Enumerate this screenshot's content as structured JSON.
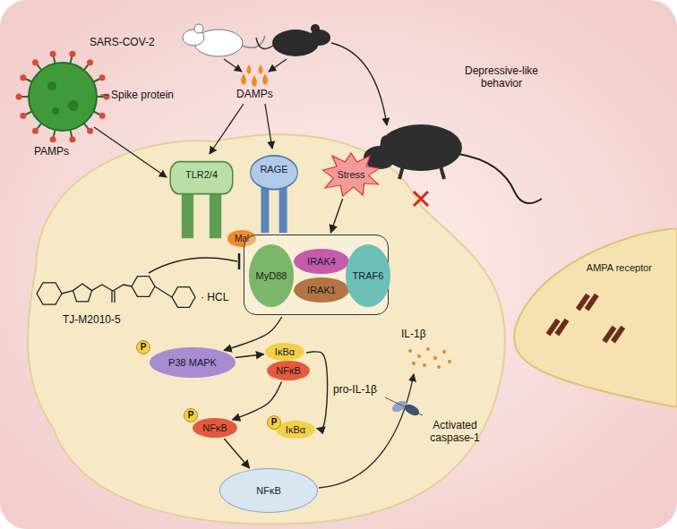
{
  "diagram": {
    "nodes": [
      {
        "text": [
          "TLR2/4"
        ]
      },
      {
        "text": [
          "RAGE"
        ]
      },
      {
        "text": [
          "Stress"
        ]
      },
      {
        "text": [
          "Mal"
        ]
      },
      {
        "text": []
      },
      {
        "text": [
          "MyD88"
        ],
        "in": 4
      },
      {
        "text": [
          "IRAK4"
        ],
        "in": 4
      },
      {
        "text": [
          "IRAK1"
        ],
        "in": 4
      },
      {
        "text": [
          "TRAF6"
        ],
        "in": 4
      },
      {
        "text": [
          "P38 MAPK"
        ]
      },
      {
        "text": [
          "IκBα"
        ]
      },
      {
        "text": [
          "NFκB"
        ]
      },
      {
        "text": [
          "NFκB"
        ]
      },
      {
        "text": [
          "IκBα"
        ]
      },
      {
        "text": [
          "NFκB"
        ]
      },
      {
        "text": [
          "AMPA receptor"
        ]
      }
    ],
    "edges": [
      {
        "from": 2,
        "to": 4,
        "arrow": "to"
      },
      {
        "from": 4,
        "to": 9,
        "arrow": "to"
      },
      {
        "from": 9,
        "to": 10,
        "arrow": "to"
      },
      {
        "from": 11,
        "to": 12,
        "arrow": "to"
      },
      {
        "from": 10,
        "to": 13,
        "arrow": "to"
      },
      {
        "from": 12,
        "to": 14,
        "arrow": "to"
      }
    ],
    "labels": [
      "SARS-COV-2",
      "Spike protein",
      "PAMPs",
      "DAMPs",
      "Depressive-like behavior",
      "TJ-M2010-5",
      "· HCL",
      "P",
      "P",
      "P",
      "pro-IL-1β",
      "IL-1β",
      "Activated caspase-1"
    ]
  }
}
